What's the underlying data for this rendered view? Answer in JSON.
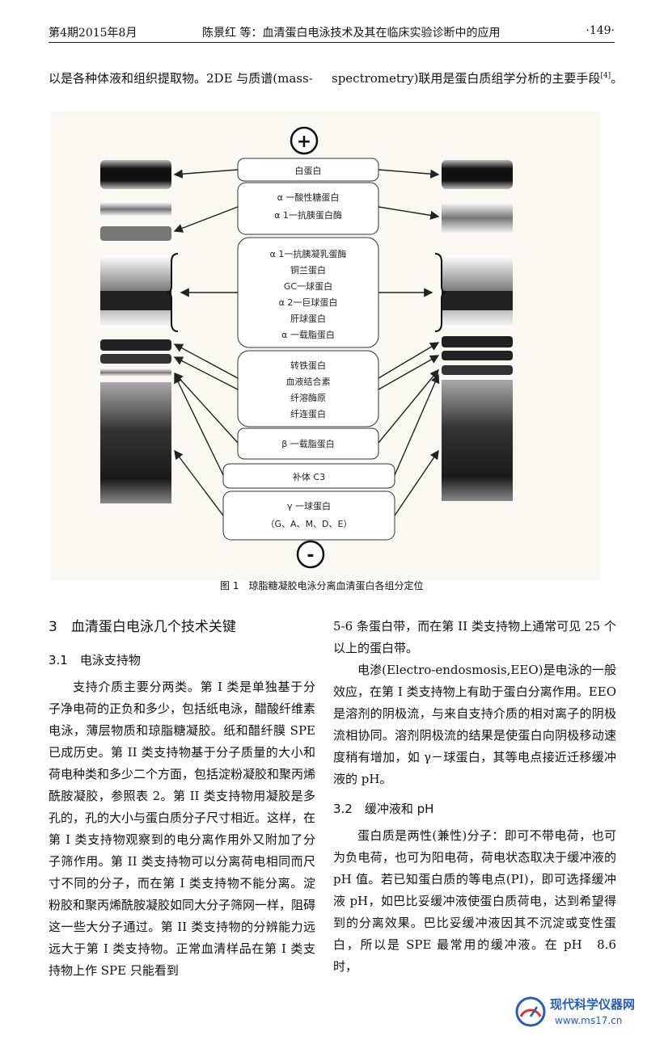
{
  "header": {
    "left": "第4期2015年8月",
    "center": "陈景红 等：血清蛋白电泳技术及其在临床实验诊断中的应用",
    "right": "·149·"
  },
  "intro": {
    "left": "以是各种体液和组织提取物。2DE 与质谱(mass-",
    "right": "spectrometry)联用是蛋白质组学分析的主要手段",
    "ref": "[4]",
    "tail": "。"
  },
  "figure": {
    "plus": "+",
    "minus": "-",
    "boxes": [
      [
        "白蛋白"
      ],
      [
        "α 一酸性糖蛋白",
        "α 1一抗胰蛋白酶"
      ],
      [
        "α 1一抗胰凝乳蛋酶",
        "铜兰蛋白",
        "GC一球蛋白",
        "α 2一巨球蛋白",
        "肝球蛋白",
        "α 一载脂蛋白"
      ],
      [
        "转铁蛋白",
        "血液结合素",
        "纤溶酶原",
        "纤连蛋白"
      ],
      [
        "β 一载脂蛋白"
      ],
      [
        "补体 C3"
      ],
      [
        "γ 一球蛋白",
        "（G、A、M、D、E）"
      ]
    ],
    "caption": "图 1　琼脂糖凝胶电泳分离血清蛋白各组分定位"
  },
  "left_column": {
    "section": "3　血清蛋白电泳几个技术关键",
    "subsection": "3.1　电泳支持物",
    "paragraph": "支持介质主要分两类。第 I 类是单独基于分子净电荷的正负和多少，包括纸电泳，醋酸纤维素电泳，薄层物质和琼脂糖凝胶。纸和醋纤膜 SPE 已成历史。第 II 类支持物基于分子质量的大小和荷电种类和多少二个方面，包括淀粉凝胶和聚丙烯酰胺凝胶，参照表 2。第 II 类支持物用凝胶是多孔的，孔的大小与蛋白质分子尺寸相近。这样，在第 I 类支持物观察到的电分离作用外又附加了分子筛作用。第 II 类支持物可以分离荷电相同而尺寸不同的分子，而在第 I 类支持物不能分离。淀粉胶和聚丙烯酰胺凝胶如同大分子筛网一样，阻碍这一些大分子通过。第 II 类支持物的分辨能力远远大于第 I 类支持物。正常血清样品在第 I 类支持物上作 SPE 只能看到"
  },
  "right_column": {
    "para_cont": "5-6 条蛋白带，而在第 II 类支持物上通常可见 25 个以上的蛋白带。",
    "para_eeo": "电渗(Electro-endosmosis,EEO)是电泳的一般效应，在第 I 类支持物上有助于蛋白分离作用。EEO 是溶剂的阴极流，与来自支持介质的相对离子的阴极流相协同。溶剂阴极流的结果是使蛋白向阴极移动速度稍有增加，如 γ－球蛋白，其等电点接近迁移缓冲液的 pH。",
    "subsection": "3.2　缓冲液和 pH",
    "para_buffer": "蛋白质是两性(兼性)分子：即可不带电荷，也可为负电荷，也可为阳电荷，荷电状态取决于缓冲液的 pH 值。若已知蛋白质的等电点(PI)，即可选择缓冲液 pH，如巴比妥缓冲液使蛋白质荷电，达到希望得到的分离效果。巴比妥缓冲液因其不沉淀或变性蛋白，所以是 SPE 最常用的缓冲液。在 pH　8.6 时，"
  },
  "watermark": {
    "name": "现代科学仪器网",
    "url": "www.ms17.cn"
  }
}
